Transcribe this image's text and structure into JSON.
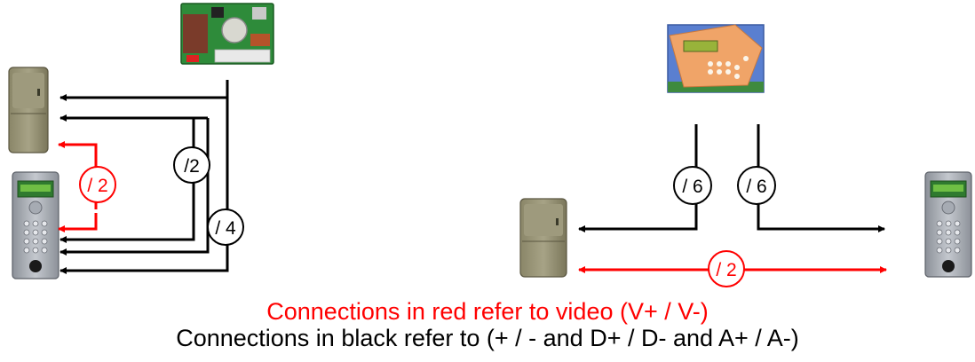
{
  "colors": {
    "video": "#ff0000",
    "data": "#000000"
  },
  "left_group": {
    "label_video": "/ 2",
    "label_data_2": "/2",
    "label_data_4": "/ 4"
  },
  "right_group": {
    "label_left": "/ 6",
    "label_right": "/ 6",
    "label_video": "/ 2"
  },
  "captions": {
    "red": "Connections in red refer to video (V+ / V-)",
    "black": "Connections in black refer to (+ / - and D+ / D- and A+ / A-)"
  },
  "icons": [
    "circuit-board-icon",
    "control-panel-icon",
    "power-unit-icon",
    "door-entry-panel-icon"
  ]
}
